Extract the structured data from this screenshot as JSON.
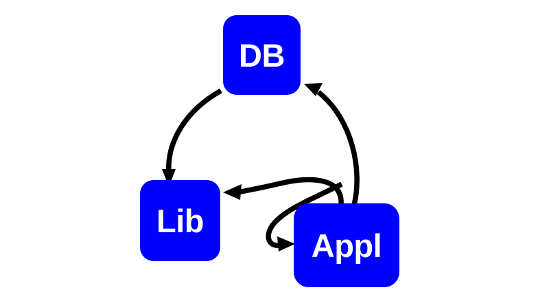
{
  "diagram": {
    "type": "directed-graph",
    "background_color": "#ffffff",
    "node_fill_color": "#0000ff",
    "node_text_color": "#ffffff",
    "edge_color": "#000000",
    "nodes": [
      {
        "id": "db",
        "label": "DB"
      },
      {
        "id": "lib",
        "label": "Lib"
      },
      {
        "id": "appl",
        "label": "Appl"
      }
    ],
    "edges": [
      {
        "from": "DB",
        "to": "Lib"
      },
      {
        "from": "Appl",
        "to": "DB"
      },
      {
        "from": "Appl",
        "to": "Lib"
      },
      {
        "from": "Lib",
        "to": "Appl"
      }
    ]
  }
}
